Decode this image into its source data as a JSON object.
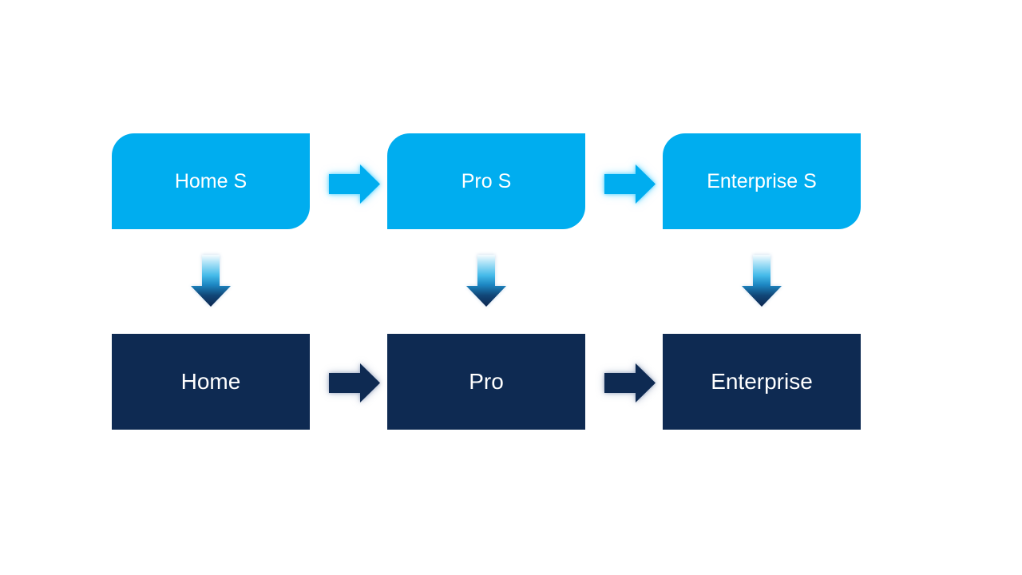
{
  "diagram": {
    "type": "flow",
    "description": "Two-row upgrade flow diagram: S editions on top flowing down to base editions, with left-to-right progression arrows",
    "colors": {
      "background": "#FFFFFF",
      "light_blue": "#00ADEF",
      "navy": "#0E2A52",
      "text_color": "#FFFFFF",
      "down_gradient": [
        "#F7FCFE",
        "#A6E0F6",
        "#44BAE9",
        "#1C86C2",
        "#114778",
        "#0D2750"
      ]
    },
    "icons": {
      "right_arrow": "right-arrow",
      "down_arrow": "down-arrow"
    },
    "columns": [
      {
        "top": "Home S",
        "bottom": "Home"
      },
      {
        "top": "Pro S",
        "bottom": "Pro"
      },
      {
        "top": "Enterprise S",
        "bottom": "Enterprise"
      }
    ]
  }
}
